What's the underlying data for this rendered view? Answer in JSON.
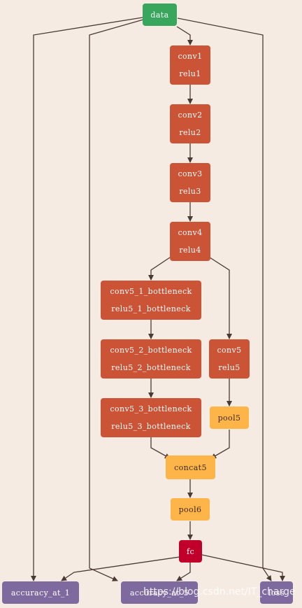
{
  "nodes": {
    "data": "data",
    "conv1": [
      "conv1",
      "relu1"
    ],
    "conv2": [
      "conv2",
      "relu2"
    ],
    "conv3": [
      "conv3",
      "relu3"
    ],
    "conv4": [
      "conv4",
      "relu4"
    ],
    "conv5_1": [
      "conv5_1_bottleneck",
      "relu5_1_bottleneck"
    ],
    "conv5_2": [
      "conv5_2_bottleneck",
      "relu5_2_bottleneck"
    ],
    "conv5_3": [
      "conv5_3_bottleneck",
      "relu5_3_bottleneck"
    ],
    "conv5": [
      "conv5",
      "relu5"
    ],
    "pool5": "pool5",
    "concat5": "concat5",
    "pool6": "pool6",
    "fc": "fc",
    "accuracy_at_1": "accuracy_at_1",
    "accuracy_at_5": "accuracy_at_5",
    "loss": "loss"
  },
  "colors": {
    "background": "#f6ebe2",
    "data": "#38a65c",
    "conv": "#cb5336",
    "pool": "#fdb54a",
    "fc": "#c0002b",
    "output": "#7f6a9f",
    "edge": "#4a3a35"
  },
  "watermark": "https://blog.csdn.net/IT_charge"
}
